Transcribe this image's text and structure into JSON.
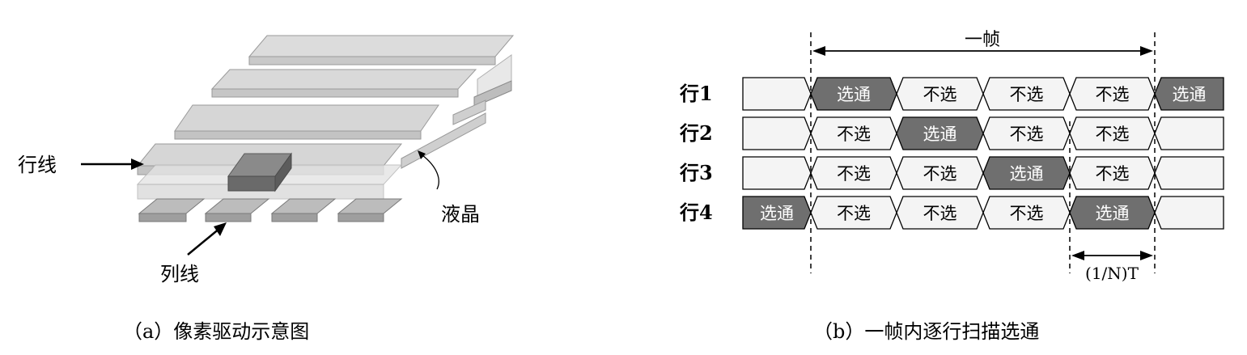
{
  "left_panel": {
    "caption": "（a）像素驱动示意图",
    "label_row_line": "行线",
    "label_col_line": "列线",
    "label_lc": "液晶"
  },
  "right_panel": {
    "caption": "（b）一帧内逐行扫描选通",
    "frame_label": "一帧",
    "period_label": "(1/N)T",
    "rows": [
      {
        "label": "行1",
        "cells": [
          "选通",
          "不选",
          "不选",
          "不选",
          "选通"
        ]
      },
      {
        "label": "行2",
        "cells": [
          "不选",
          "选通",
          "不选",
          "不选"
        ]
      },
      {
        "label": "行3",
        "cells": [
          "不选",
          "不选",
          "选通",
          "不选"
        ]
      },
      {
        "label": "行4",
        "cells": [
          "选通",
          "不选",
          "不选",
          "不选",
          "选通"
        ]
      }
    ],
    "colors": {
      "selected": "#6f6f6f",
      "unselected": "#f4f4f4",
      "stroke": "#000000"
    }
  }
}
